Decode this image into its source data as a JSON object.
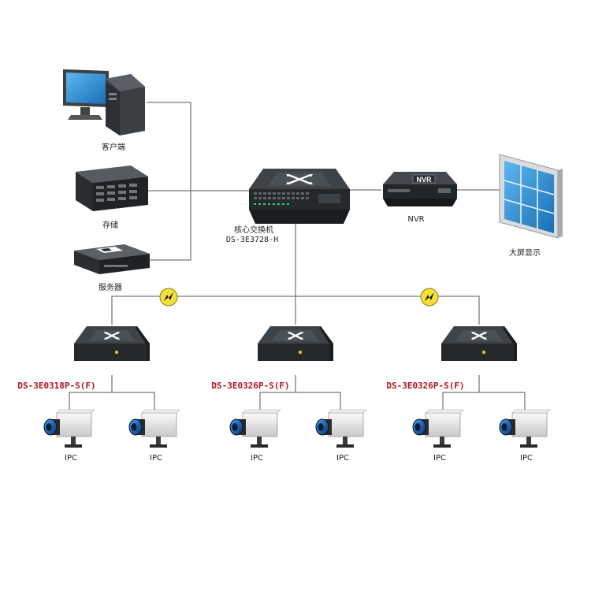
{
  "colors": {
    "wire": "#555555",
    "model_label": "#b0121b",
    "device_dark": "#2f3437",
    "switch_top": "#3d4347",
    "screen_blue": "#2a8ad1",
    "lightning_yellow": "#f4e03a"
  },
  "nodes": {
    "client": {
      "label": "客户端",
      "icon": "desktop-computer-icon"
    },
    "storage": {
      "label": "存储",
      "icon": "storage-array-icon"
    },
    "server": {
      "label": "服务器",
      "icon": "rack-server-icon"
    },
    "core_switch": {
      "label": "核心交换机",
      "model": "DS-3E3728-H",
      "icon": "network-switch-icon"
    },
    "nvr": {
      "label": "NVR",
      "badge": "NVR",
      "icon": "nvr-recorder-icon"
    },
    "display_wall": {
      "label": "大屏显示",
      "icon": "video-wall-icon"
    }
  },
  "access_switches": [
    {
      "model": "DS-3E0318P-S(F)",
      "icon": "poe-switch-icon"
    },
    {
      "model": "DS-3E0326P-S(F)",
      "icon": "poe-switch-icon"
    },
    {
      "model": "DS-3E0326P-S(F)",
      "icon": "poe-switch-icon"
    }
  ],
  "cameras": [
    {
      "label": "IPC"
    },
    {
      "label": "IPC"
    },
    {
      "label": "IPC"
    },
    {
      "label": "IPC"
    },
    {
      "label": "IPC"
    },
    {
      "label": "IPC"
    }
  ],
  "link_badges": [
    {
      "icon": "lightning-link-icon"
    },
    {
      "icon": "lightning-link-icon"
    }
  ]
}
